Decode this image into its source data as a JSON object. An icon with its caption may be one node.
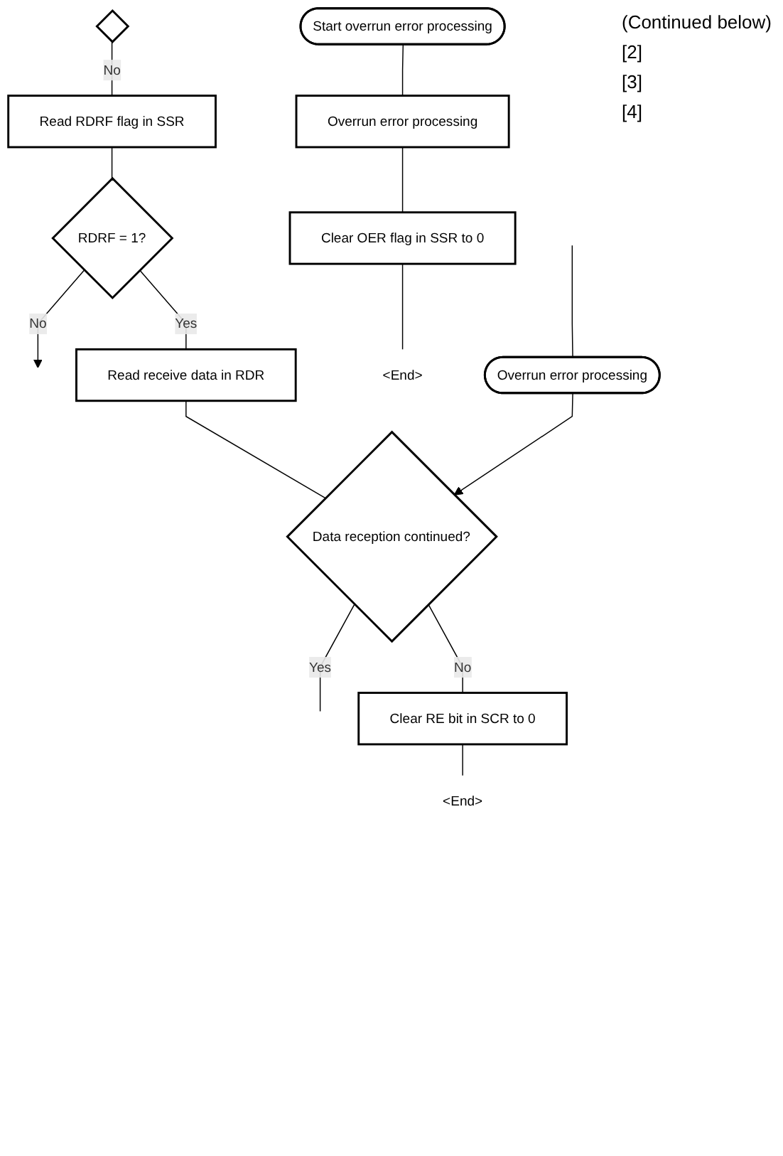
{
  "diagram": {
    "nodes": [
      {
        "text": [],
        "shape": "diamond"
      },
      {
        "text": [
          "Overrun error processing"
        ]
      },
      {
        "text": [
          "Read RDRF flag in SSR"
        ]
      },
      {
        "text": [
          "RDRF = 1?"
        ]
      },
      {
        "text": [
          "Read receive data in RDR"
        ]
      },
      {
        "text": [
          "Data reception continued?"
        ]
      },
      {
        "text": [
          "Clear RE bit in SCR to 0"
        ]
      },
      {
        "text": [
          "<End>"
        ]
      },
      {
        "text": [
          "Start overrun error processing"
        ]
      },
      {
        "text": [
          "Overrun error processing"
        ]
      },
      {
        "text": [
          "Clear OER flag in SSR to 0"
        ]
      },
      {
        "text": [
          "<End>"
        ]
      }
    ],
    "edges": [
      {
        "from": null,
        "to": 1,
        "arrow": "none"
      },
      {
        "from": 0,
        "to": 2,
        "arrow": "none",
        "label": "No"
      },
      {
        "from": 1,
        "to": 5,
        "arrow": "to"
      },
      {
        "from": 2,
        "to": 3,
        "arrow": "none"
      },
      {
        "from": 3,
        "to": null,
        "arrow": "to",
        "label": "No"
      },
      {
        "from": 3,
        "to": 4,
        "arrow": "none",
        "label": "Yes"
      },
      {
        "from": 4,
        "to": 5,
        "arrow": "none"
      },
      {
        "from": 5,
        "to": null,
        "arrow": "none",
        "label": "Yes"
      },
      {
        "from": 5,
        "to": 6,
        "arrow": "none",
        "label": "No"
      },
      {
        "from": 6,
        "to": 7,
        "arrow": "none"
      },
      {
        "from": 8,
        "to": 9,
        "arrow": "none"
      },
      {
        "from": 9,
        "to": 10,
        "arrow": "none"
      },
      {
        "from": 10,
        "to": 11,
        "arrow": "none"
      }
    ],
    "labels": [
      "(Continued below)",
      "[2]",
      "[3]",
      "[4]"
    ]
  }
}
